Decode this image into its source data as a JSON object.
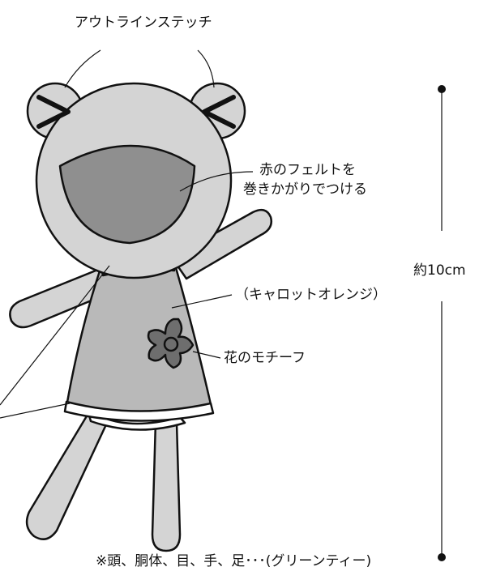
{
  "labels": {
    "outline_stitch": "アウトラインステッチ",
    "felt_line1": "赤のフェルトを",
    "felt_line2": "巻きかがりでつける",
    "dress_color": "（キャロットオレンジ）",
    "flower_motif": "花のモチーフ",
    "size": "約10cm",
    "note": "※頭、胴体、目、手、足･･･(グリーンティー)"
  },
  "colors": {
    "body": "#d4d4d4",
    "dress": "#b9b9b9",
    "mouth": "#8f8f8f",
    "flower": "#6e6e6e",
    "white_band": "#ffffff",
    "outline": "#111111"
  }
}
